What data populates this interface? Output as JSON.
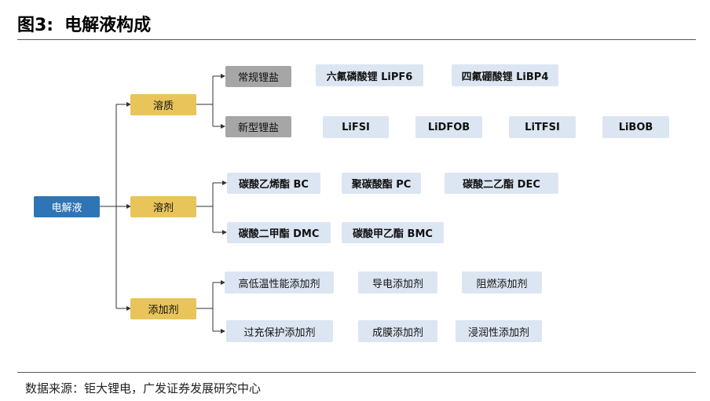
{
  "figure": {
    "label": "图3:",
    "title": "电解液构成"
  },
  "root": "电解液",
  "branches": [
    {
      "label": "溶质",
      "subgroups": [
        {
          "label": "常规锂盐",
          "items": [
            "六氟磷酸锂 LiPF6",
            "四氟硼酸锂 LiBP4"
          ]
        },
        {
          "label": "新型锂盐",
          "items": [
            "LiFSI",
            "LiDFOB",
            "LiTFSI",
            "LiBOB"
          ]
        }
      ]
    },
    {
      "label": "溶剂",
      "rows": [
        [
          "碳酸乙烯酯 BC",
          "聚碳酸酯 PC",
          "碳酸二乙酯 DEC"
        ],
        [
          "碳酸二甲酯 DMC",
          "碳酸甲乙酯 BMC"
        ]
      ]
    },
    {
      "label": "添加剂",
      "rows": [
        [
          "高低温性能添加剂",
          "导电添加剂",
          "阻燃添加剂"
        ],
        [
          "过充保护添加剂",
          "成膜添加剂",
          "浸润性添加剂"
        ]
      ]
    }
  ],
  "source": "数据来源：钜大锂电，广发证券发展研究中心"
}
